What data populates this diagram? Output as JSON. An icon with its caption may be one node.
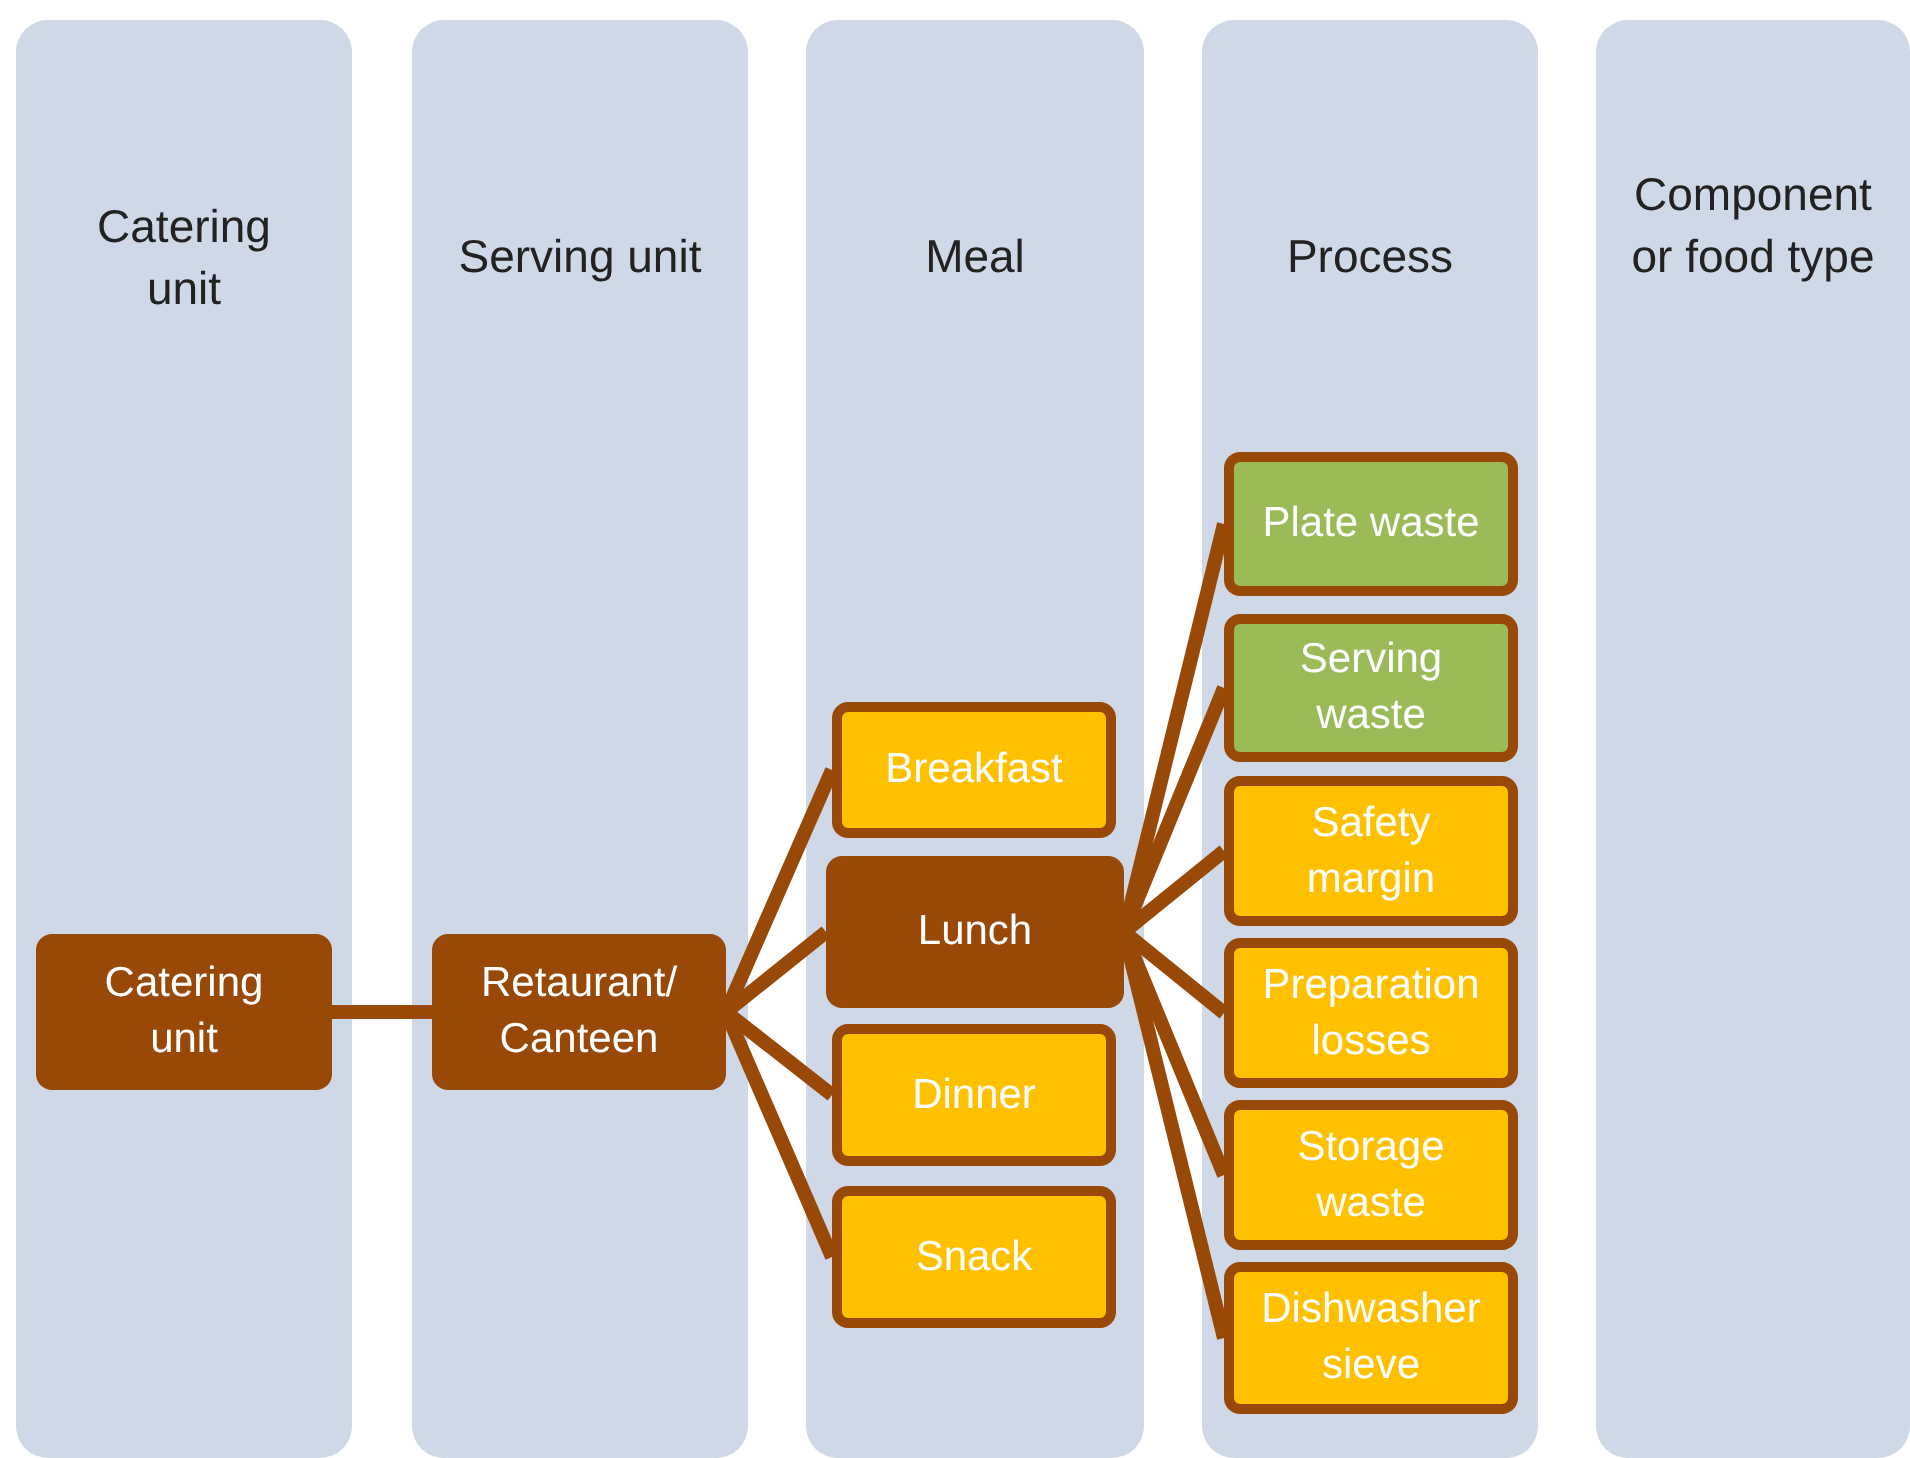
{
  "diagram": {
    "nodes": [
      {
        "text": [
          "Catering unit"
        ]
      },
      {
        "text": [
          "Serving unit"
        ]
      },
      {
        "text": [
          "Meal"
        ]
      },
      {
        "text": [
          "Process"
        ]
      },
      {
        "text": [
          "Component or food type"
        ]
      },
      {
        "text": [
          "Catering unit"
        ],
        "in": 0
      },
      {
        "text": [
          "Retaurant/ Canteen"
        ],
        "in": 1
      },
      {
        "text": [
          "Breakfast"
        ],
        "in": 2
      },
      {
        "text": [
          "Lunch"
        ],
        "in": 2
      },
      {
        "text": [
          "Dinner"
        ],
        "in": 2
      },
      {
        "text": [
          "Snack"
        ],
        "in": 2
      },
      {
        "text": [
          "Plate waste"
        ],
        "in": 3
      },
      {
        "text": [
          "Serving waste"
        ],
        "in": 3
      },
      {
        "text": [
          "Safety margin"
        ],
        "in": 3
      },
      {
        "text": [
          "Preparation losses"
        ],
        "in": 3
      },
      {
        "text": [
          "Storage waste"
        ],
        "in": 3
      },
      {
        "text": [
          "Dishwasher sieve"
        ],
        "in": 3
      }
    ],
    "edges": [
      {
        "from": 5,
        "to": 6,
        "arrow": "none"
      },
      {
        "from": 6,
        "to": 7,
        "arrow": "none"
      },
      {
        "from": 6,
        "to": 8,
        "arrow": "none"
      },
      {
        "from": 6,
        "to": 9,
        "arrow": "none"
      },
      {
        "from": 6,
        "to": 10,
        "arrow": "none"
      },
      {
        "from": 8,
        "to": 11,
        "arrow": "none"
      },
      {
        "from": 8,
        "to": 12,
        "arrow": "none"
      },
      {
        "from": 8,
        "to": 13,
        "arrow": "none"
      },
      {
        "from": 8,
        "to": 14,
        "arrow": "none"
      },
      {
        "from": 8,
        "to": 15,
        "arrow": "none"
      },
      {
        "from": 8,
        "to": 16,
        "arrow": "none"
      }
    ]
  }
}
